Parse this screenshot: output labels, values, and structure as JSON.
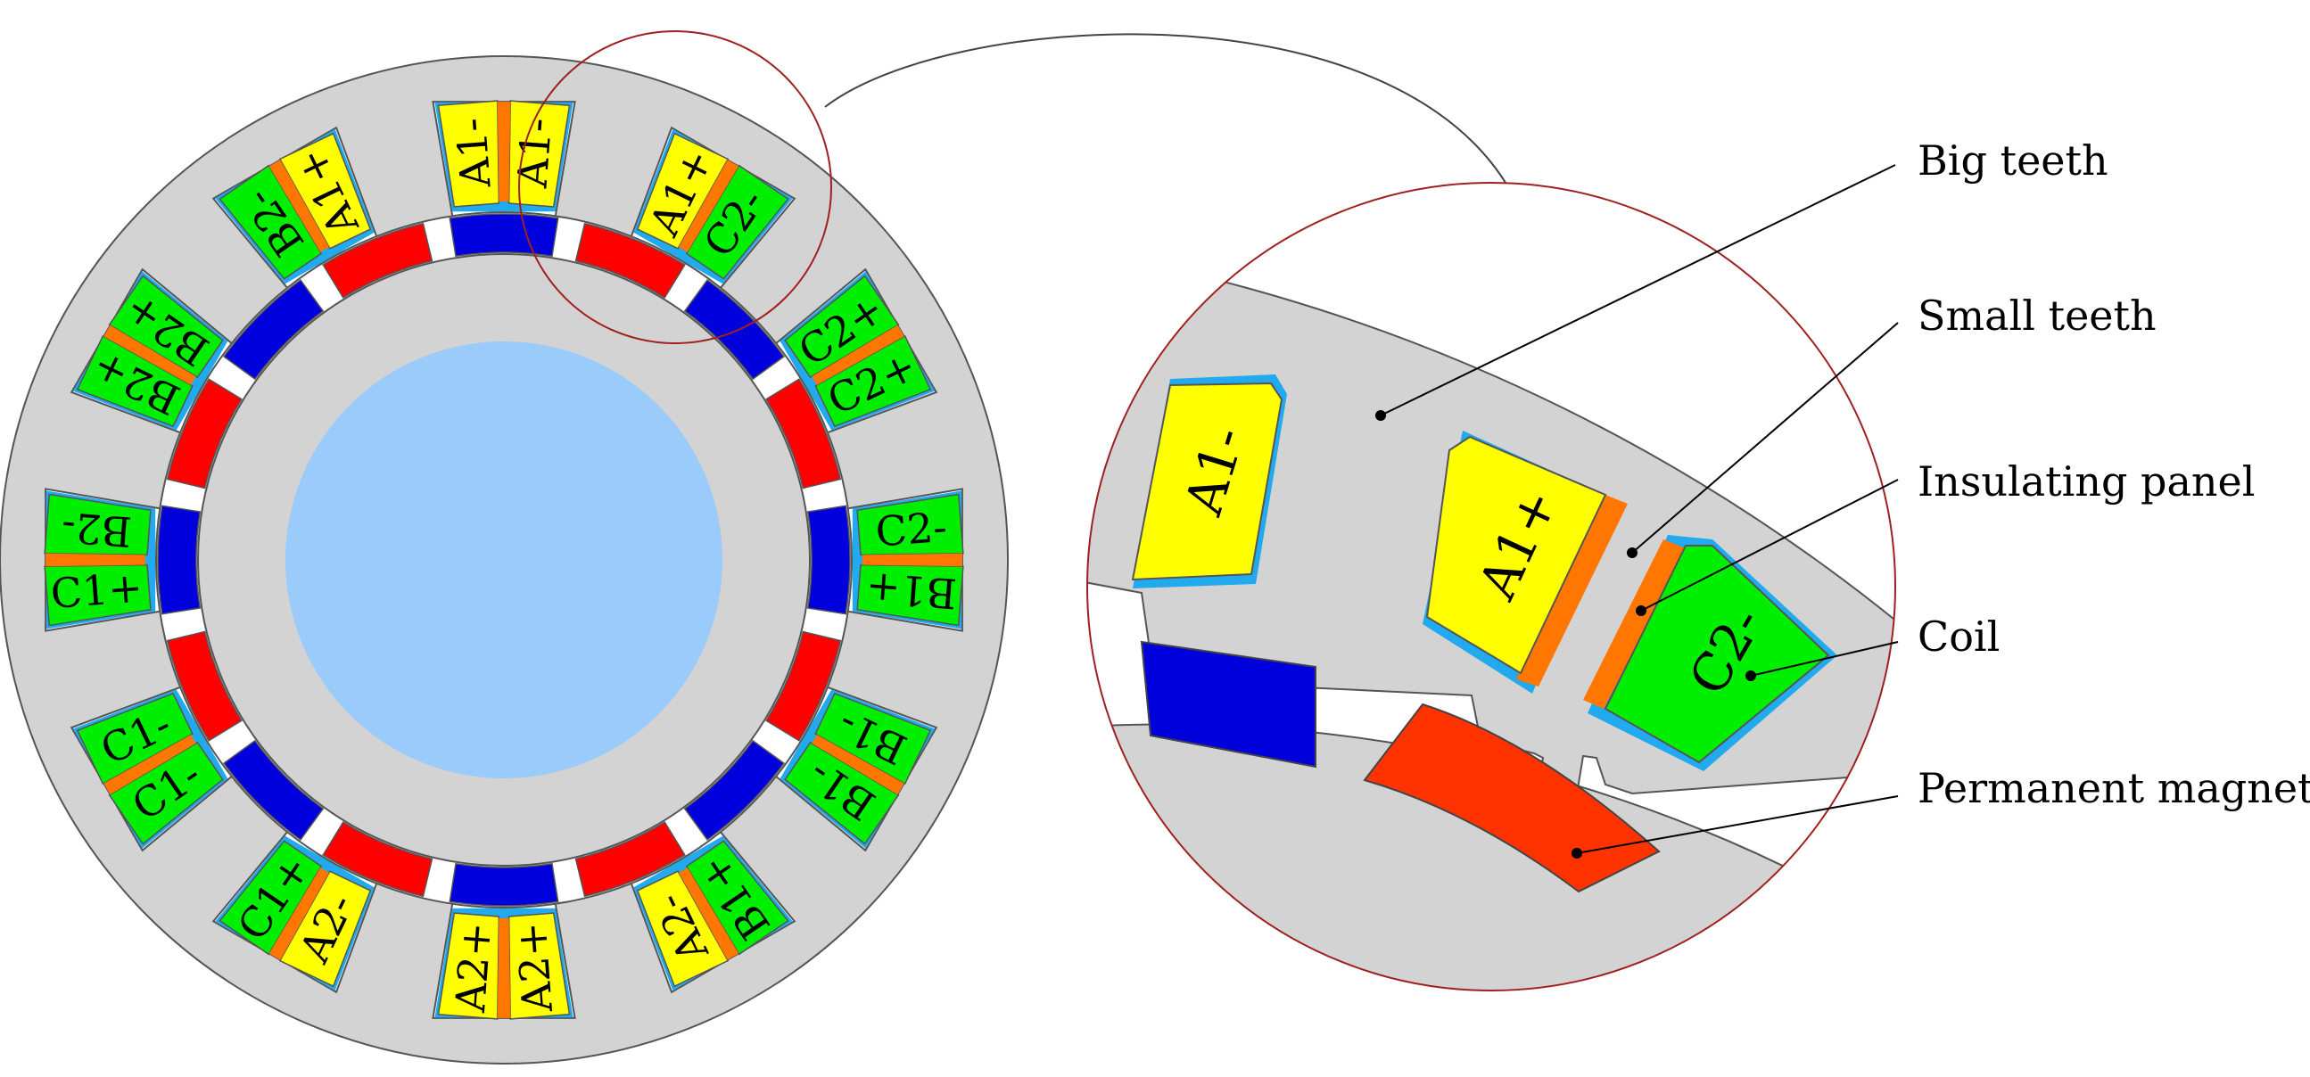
{
  "colors": {
    "iron": "#d3d3d3",
    "shaft": "#9acbfa",
    "magnet_red": "#ff0000",
    "magnet_blue": "#0000dd",
    "zoom_magnet": "#ff3300",
    "coil_yellow": "#ffff00",
    "coil_green": "#00ee00",
    "insulation_orange": "#ff7700",
    "insulation_blue": "#22aaee",
    "outline": "#555555",
    "lens": "#a02020",
    "leader": "#000000"
  },
  "slots": [
    {
      "left": "A1-",
      "right": "A1-"
    },
    {
      "left": "A1+",
      "right": "C2-"
    },
    {
      "left": "C2+",
      "right": "C2+"
    },
    {
      "left": "C2-",
      "right": "B1+"
    },
    {
      "left": "B1-",
      "right": "B1-"
    },
    {
      "left": "B1+",
      "right": "A2-"
    },
    {
      "left": "A2+",
      "right": "A2+"
    },
    {
      "left": "A2-",
      "right": "C1+"
    },
    {
      "left": "C1-",
      "right": "C1-"
    },
    {
      "left": "C1+",
      "right": "B2-"
    },
    {
      "left": "B2+",
      "right": "B2+"
    },
    {
      "left": "B2-",
      "right": "A1+"
    }
  ],
  "zoom": {
    "coil_labels": [
      "A1-",
      "A1+",
      "C2-"
    ]
  },
  "callouts": [
    {
      "label": "Big teeth"
    },
    {
      "label": "Small teeth"
    },
    {
      "label": "Insulating panel"
    },
    {
      "label": "Coil"
    },
    {
      "label": "Permanent magnet"
    }
  ]
}
